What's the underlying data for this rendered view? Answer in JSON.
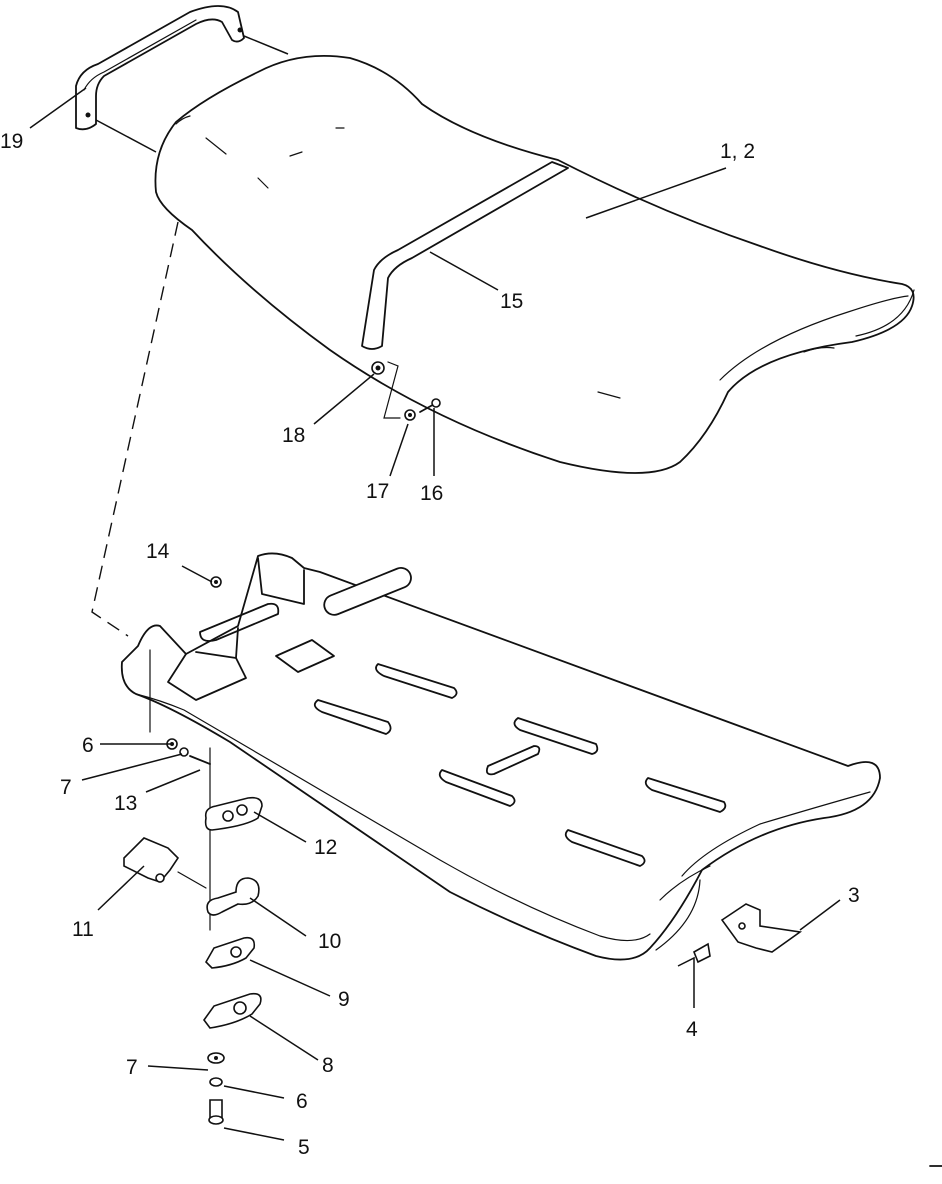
{
  "callouts": {
    "c19": "19",
    "c1_2": "1, 2",
    "c15": "15",
    "c18": "18",
    "c17": "17",
    "c16": "16",
    "c14": "14",
    "c6a": "6",
    "c7a": "7",
    "c13": "13",
    "c12": "12",
    "c11": "11",
    "c10": "10",
    "c9": "9",
    "c8": "8",
    "c7b": "7",
    "c6b": "6",
    "c5": "5",
    "c3": "3",
    "c4": "4"
  }
}
